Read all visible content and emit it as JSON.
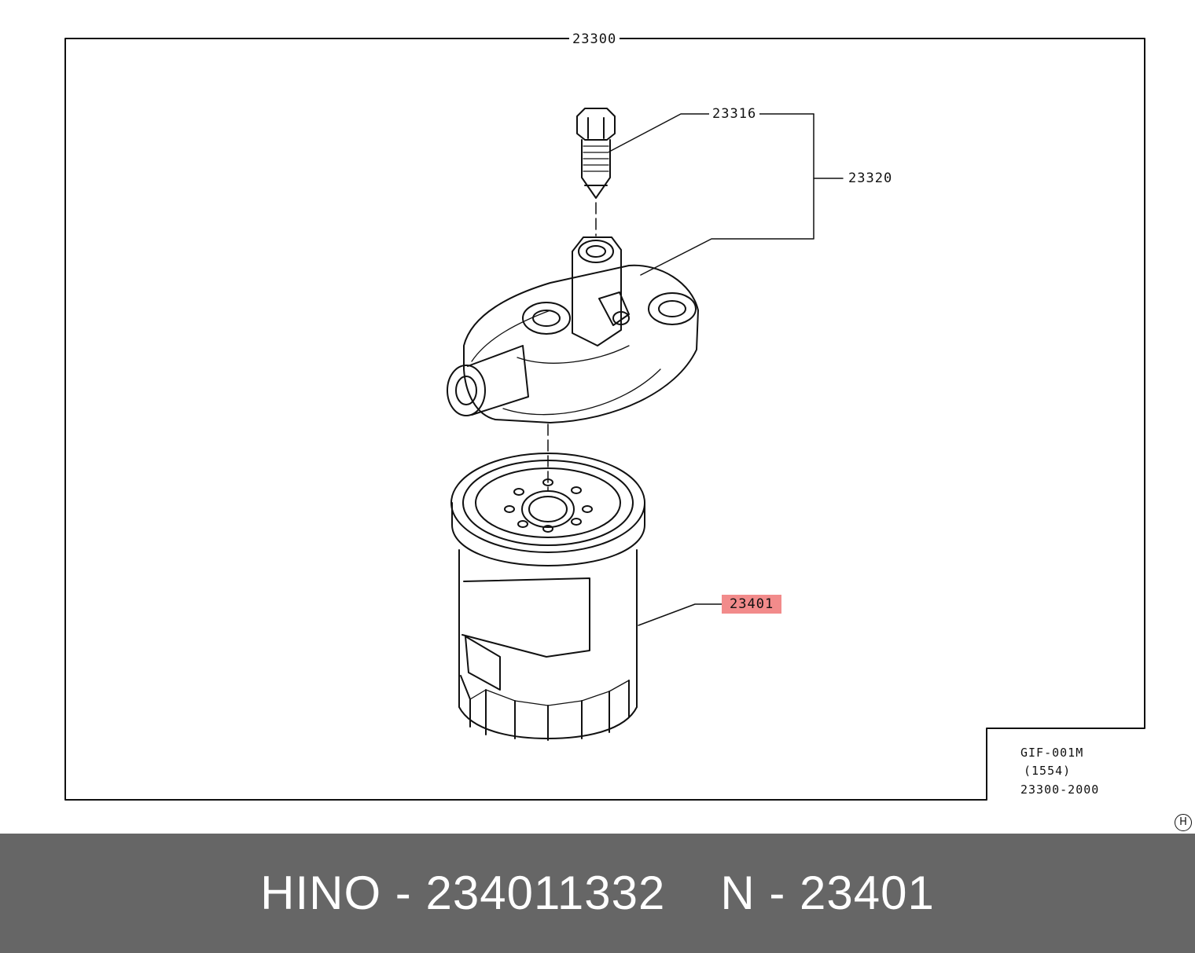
{
  "diagram": {
    "callouts": {
      "assembly": "23300",
      "bolt": "23316",
      "head_kit": "23320",
      "filter": "23401"
    },
    "info_block": {
      "code": "GIF-001M",
      "ref": "(1554)",
      "number": "23300-2000"
    },
    "corner_badge": "H",
    "highlight_color": "#f28b8b"
  },
  "footer": {
    "brand_part": "HINO - 234011332",
    "ref_part": "N - 23401",
    "background": "#666666"
  }
}
